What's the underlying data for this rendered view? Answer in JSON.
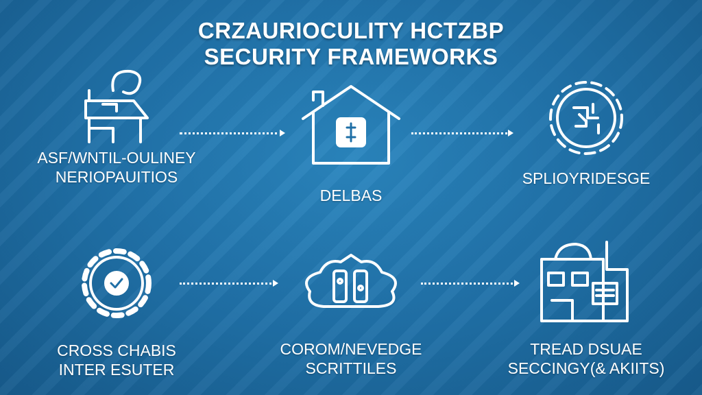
{
  "title": {
    "line1": "CRZAURIOCULITY HCTZBP",
    "line2": "SECURITY FRAMEWORKS"
  },
  "nodes": [
    {
      "icon": "desk-icon",
      "label1": "ASF/WNTIL-OULINEY",
      "label2": "NERIOPAUITIOS"
    },
    {
      "icon": "house-briefcase-icon",
      "label1": "DELBAS",
      "label2": ""
    },
    {
      "icon": "gear-circuit-icon",
      "label1": "SPLIOYRIDESGE",
      "label2": ""
    },
    {
      "icon": "gear-check-icon",
      "label1": "CROSS CHABIS",
      "label2": "INTER ESUTER"
    },
    {
      "icon": "cloud-shield-icon",
      "label1": "COROM/NEVEDGE",
      "label2": "SCRITTILES"
    },
    {
      "icon": "building-icon",
      "label1": "TREAD DSUAE",
      "label2": "SECCINGY(& AKIITS)"
    }
  ]
}
